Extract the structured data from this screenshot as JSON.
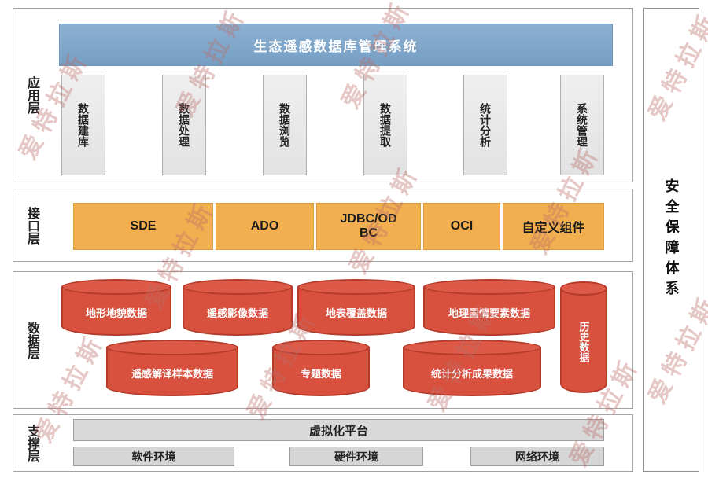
{
  "watermark": {
    "text": "爱特拉斯"
  },
  "application_layer": {
    "label": "应用层",
    "banner": "生态遥感数据库管理系统",
    "modules": [
      "数据建库",
      "数据处理",
      "数据浏览",
      "数据提取",
      "统计分析",
      "系统管理"
    ]
  },
  "interface_layer": {
    "label": "接口层",
    "components": [
      "SDE",
      "ADO",
      "JDBC/ODBC",
      "OCI",
      "自定义组件"
    ]
  },
  "data_layer": {
    "label": "数据层",
    "row1": [
      "地形地貌数据",
      "遥感影像数据",
      "地表覆盖数据",
      "地理国情要素数据"
    ],
    "row2": [
      "遥感解译样本数据",
      "专题数据",
      "统计分析成果数据"
    ],
    "side": "历史数据"
  },
  "support_layer": {
    "label": "支撑层",
    "platform": "虚拟化平台",
    "environments": [
      "软件环境",
      "硬件环境",
      "网络环境"
    ]
  },
  "security_bar": {
    "label": "安全保障体系"
  },
  "colors": {
    "banner_blue": "#7FA8CB",
    "module_gray": "#E9E9E9",
    "interface_orange": "#F2AF4F",
    "database_red": "#D8503E",
    "database_red_border": "#B53A2A",
    "support_gray": "#D9D9D9"
  }
}
